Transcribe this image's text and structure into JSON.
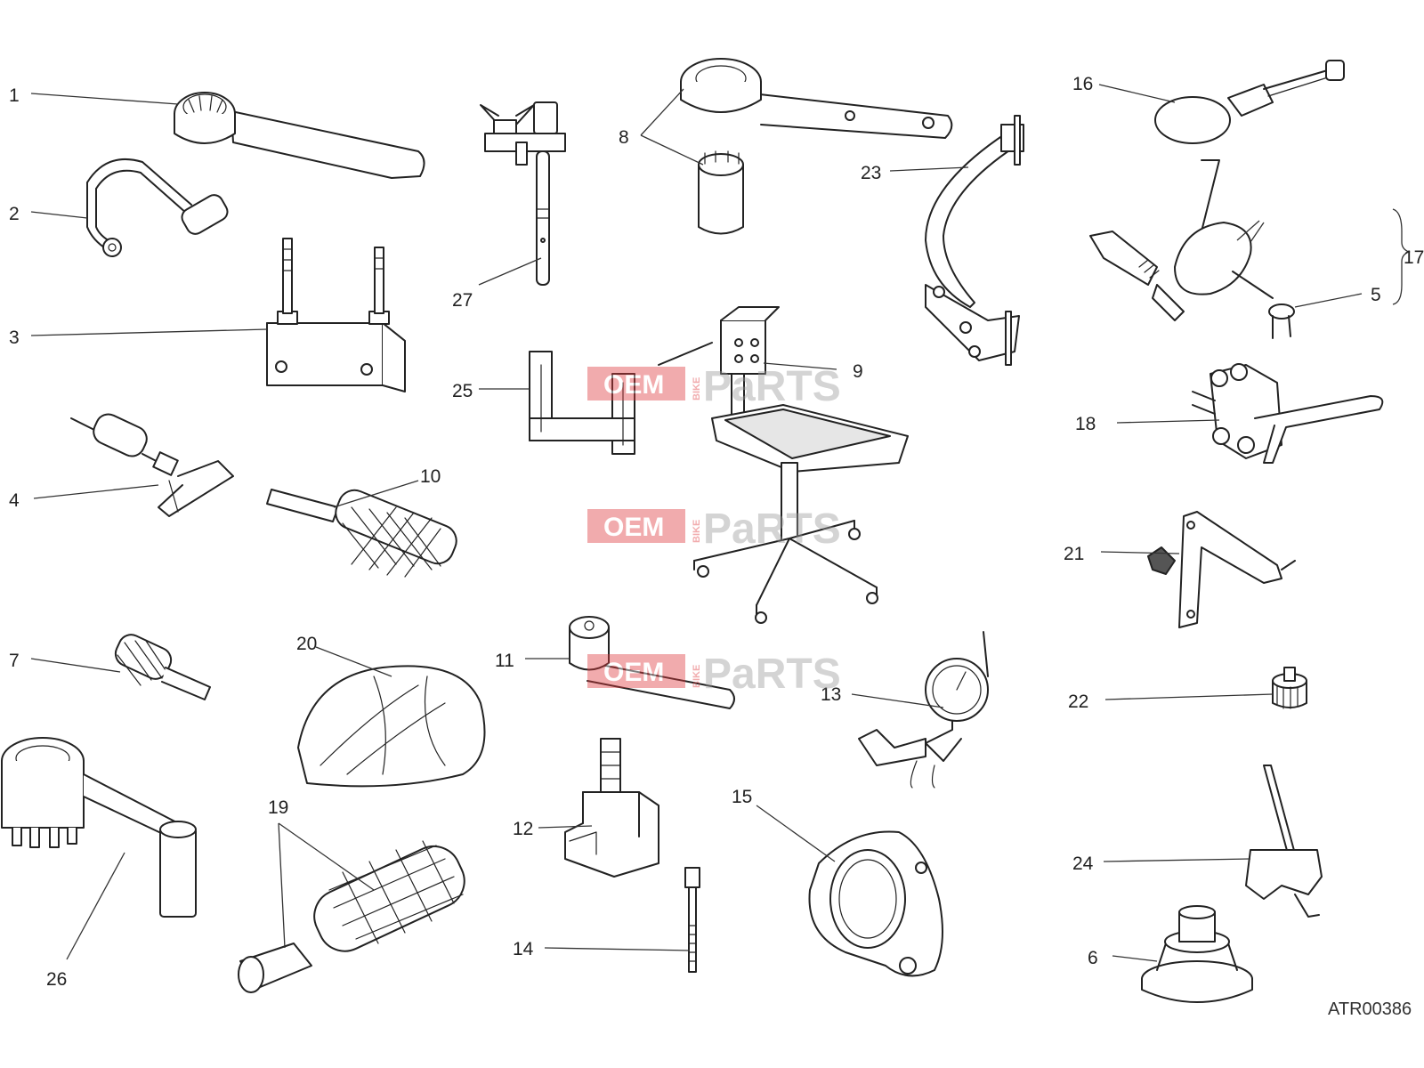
{
  "diagram": {
    "code": "ATR00386",
    "watermark": {
      "word1": "OEM",
      "word2": "BIKE",
      "word3": "PaRTS",
      "accent": "#e03a3e"
    },
    "callouts": {
      "c1": "1",
      "c2": "2",
      "c3": "3",
      "c4": "4",
      "c5": "5",
      "c6": "6",
      "c7": "7",
      "c8": "8",
      "c9": "9",
      "c10": "10",
      "c11": "11",
      "c12": "12",
      "c13": "13",
      "c14": "14",
      "c15": "15",
      "c16": "16",
      "c17": "17",
      "c18": "18",
      "c19": "19",
      "c20": "20",
      "c21": "21",
      "c22": "22",
      "c23": "23",
      "c24": "24",
      "c25": "25",
      "c26": "26",
      "c27": "27"
    }
  }
}
